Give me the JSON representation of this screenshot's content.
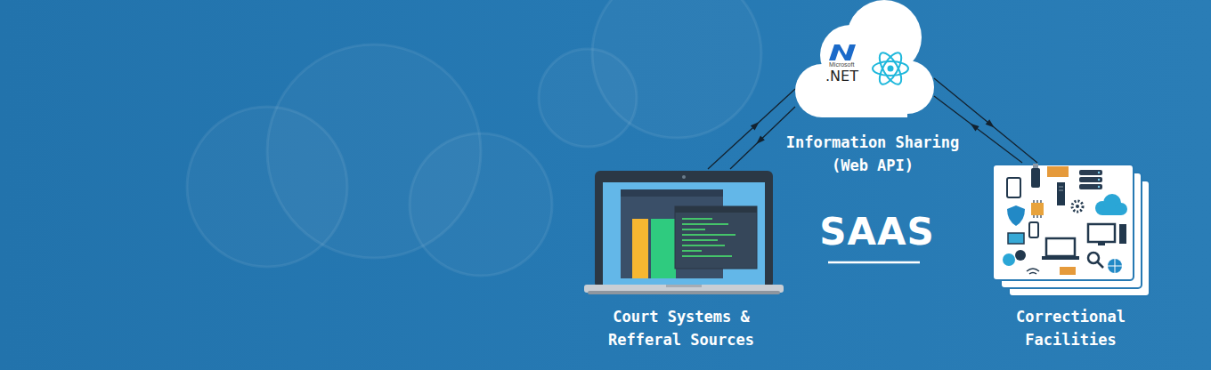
{
  "diagram": {
    "nodes": [
      {
        "text": [
          "Microsoft",
          ".NET",
          "Information Sharing (Web API)"
        ]
      },
      {
        "text": [
          "Court Systems & Refferal Sources"
        ]
      },
      {
        "text": [
          "Correctional Facilities"
        ]
      }
    ],
    "edges": [
      {
        "from": 1,
        "to": 0,
        "arrow": "both"
      },
      {
        "from": 0,
        "to": 2,
        "arrow": "both"
      }
    ],
    "labels": [
      "SAAS"
    ]
  }
}
